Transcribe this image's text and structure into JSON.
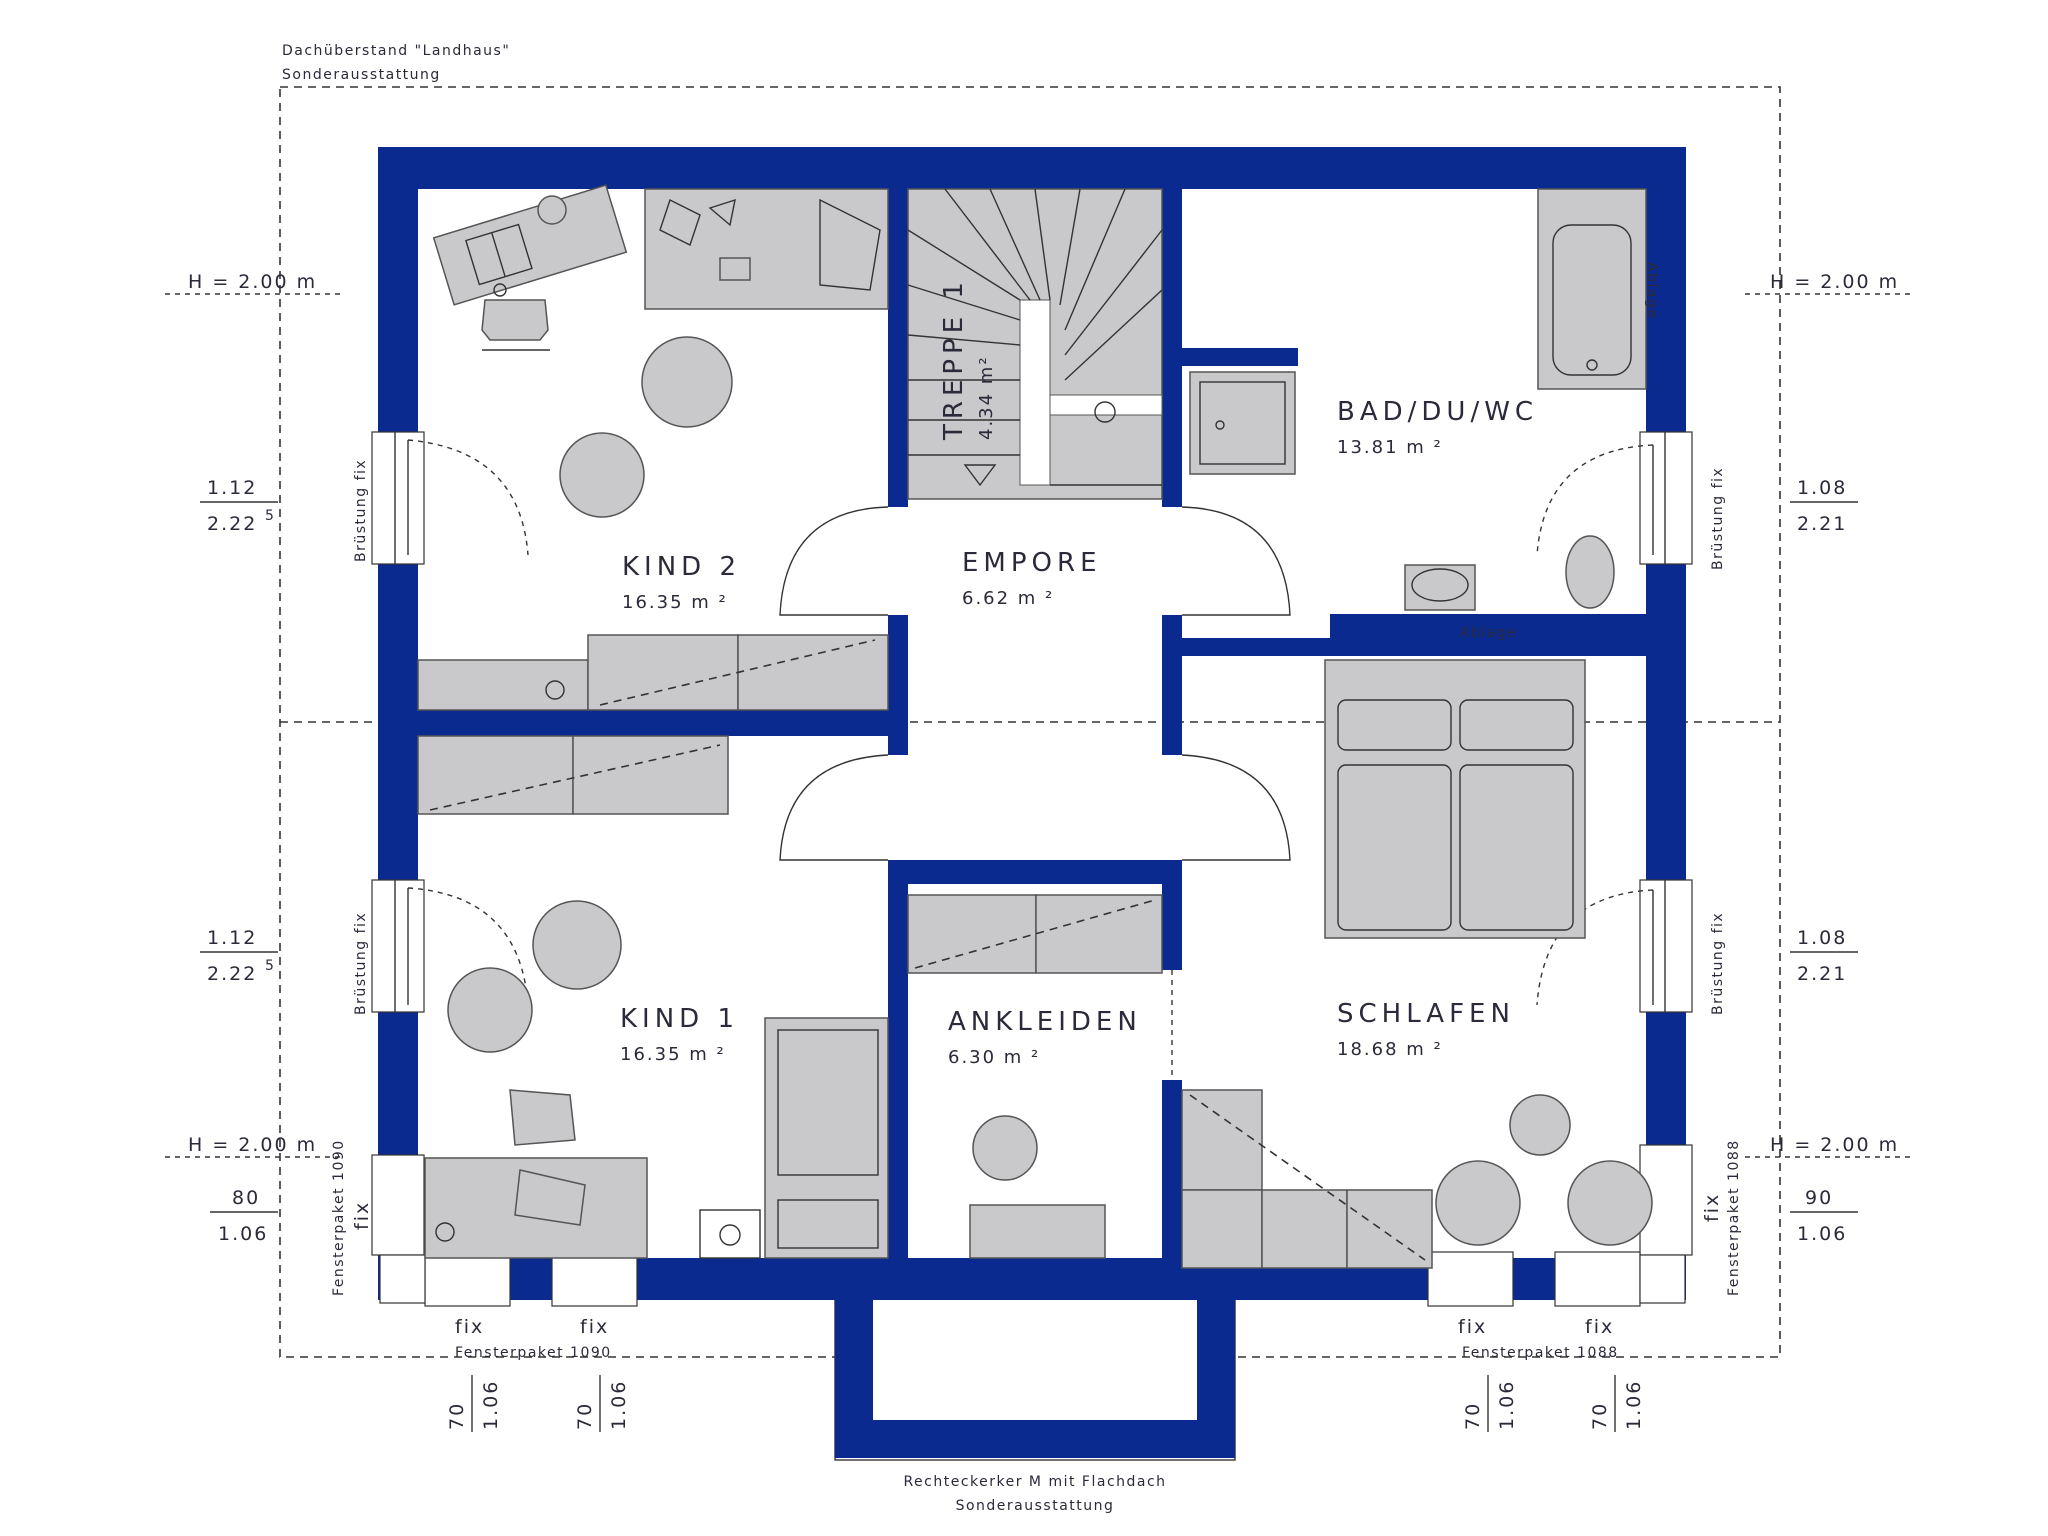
{
  "notes": {
    "overhang_line1": "Dachüberstand \"Landhaus\"",
    "overhang_line2": "Sonderausstattung",
    "bay_line1": "Rechteckerker M mit Flachdach",
    "bay_line2": "Sonderausstattung"
  },
  "rooms": {
    "kind2": {
      "name": "KIND 2",
      "area": "16.35 m ²"
    },
    "empore": {
      "name": "EMPORE",
      "area": "6.62 m ²"
    },
    "bad": {
      "name": "BAD/DU/WC",
      "area": "13.81 m ²"
    },
    "kind1": {
      "name": "KIND 1",
      "area": "16.35 m ²"
    },
    "ankleiden": {
      "name": "ANKLEIDEN",
      "area": "6.30 m ²"
    },
    "schlafen": {
      "name": "SCHLAFEN",
      "area": "18.68 m ²"
    },
    "treppe": {
      "name": "TREPPE 1",
      "area": "4.34 m²"
    }
  },
  "labels": {
    "ablage": "Ablage",
    "bruestung_fix": "Brüstung fix",
    "fix": "fix",
    "fensterpaket_1090": "Fensterpaket 1090",
    "fensterpaket_1088": "Fensterpaket 1088"
  },
  "dimensions": {
    "height": "H = 2.00 m",
    "left_upper_top": "1.12",
    "left_upper_bottom": "2.22",
    "left_lower_top": "1.12",
    "left_lower_bottom": "2.22",
    "superscript": "5",
    "right_upper_top": "1.08",
    "right_upper_bottom": "2.21",
    "right_lower_top": "1.08",
    "right_lower_bottom": "2.21",
    "left_corner_top": "80",
    "left_corner_bottom": "1.06",
    "right_corner_top": "90",
    "right_corner_bottom": "1.06",
    "bottom_window_top": "70",
    "bottom_window_bottom": "1.06"
  },
  "colors": {
    "wall": "#0b2a8f",
    "furniture": "#c9c9cc",
    "text": "#2a2a3a"
  }
}
